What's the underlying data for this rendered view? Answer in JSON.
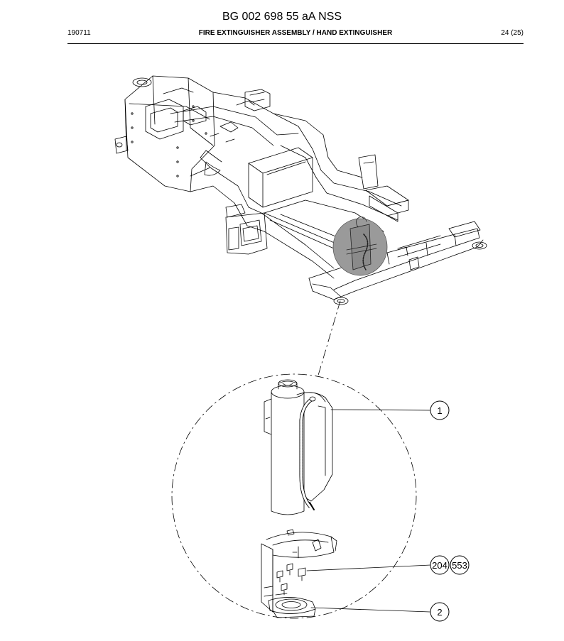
{
  "header": {
    "doc_number": "BG 002 698 55 aA NSS",
    "date": "190711",
    "title": "FIRE EXTINGUISHER ASSEMBLY / HAND EXTINGUISHER",
    "page": "24 (25)"
  },
  "callouts": [
    {
      "id": "callout-1",
      "label": "1"
    },
    {
      "id": "callout-204",
      "label": "204"
    },
    {
      "id": "callout-553",
      "label": "553"
    },
    {
      "id": "callout-2",
      "label": "2"
    }
  ],
  "colors": {
    "ink": "#000000",
    "highlight": "#9a9a9a"
  }
}
